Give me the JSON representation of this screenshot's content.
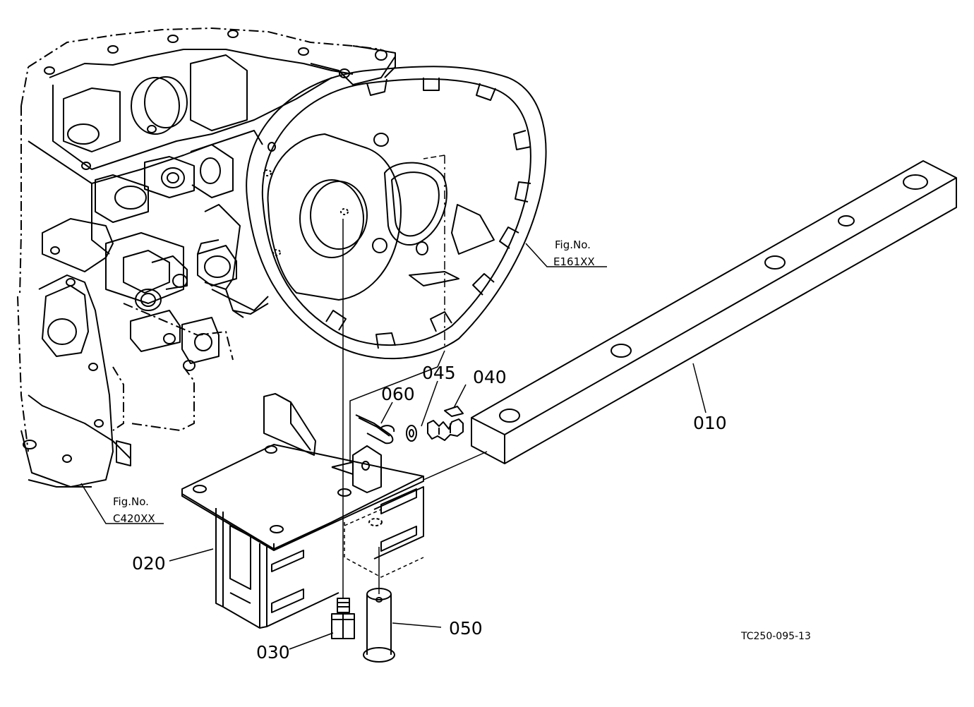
{
  "callouts": {
    "p010": "010",
    "p020": "020",
    "p030": "030",
    "p040": "040",
    "p045": "045",
    "p050": "050",
    "p060": "060"
  },
  "references": {
    "fig_label_1": "Fig.No.",
    "fig_code_1": "E161XX",
    "fig_label_2": "Fig.No.",
    "fig_code_2": "C420XX"
  },
  "document_id": "TC250-095-13",
  "icons": {
    "engine": "engine-block-outline",
    "flywheel_housing": "flywheel-housing-outline",
    "frame_bar": "frame-bar-drawing",
    "bracket": "front-bracket-drawing",
    "bolt": "bolt-drawing",
    "pin": "pin-drawing",
    "grease_nipple": "grease-nipple-drawing",
    "washer": "washer-drawing",
    "clip": "spring-clip-drawing"
  },
  "colors": {
    "line": "#000000",
    "background": "#ffffff"
  }
}
